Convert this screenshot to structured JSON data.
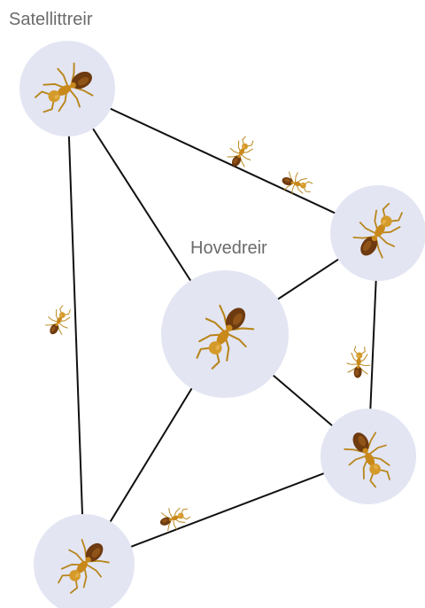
{
  "labels": {
    "satellite": "Satellittreir",
    "main": "Hovedreir"
  },
  "colors": {
    "nest_fill": "#e3e5f3",
    "edge": "#111111",
    "ant_body": "#c9891a",
    "ant_abdomen": "#6e3a10",
    "ant_legs": "#b8861c",
    "label_text": "#6b6b6b"
  },
  "nodes": [
    {
      "id": "main-nest",
      "kind": "main"
    },
    {
      "id": "satellite-top-left",
      "kind": "satellite"
    },
    {
      "id": "satellite-right",
      "kind": "satellite"
    },
    {
      "id": "satellite-bottom-right",
      "kind": "satellite"
    },
    {
      "id": "satellite-bottom-left",
      "kind": "satellite"
    }
  ],
  "edges": [
    [
      "satellite-top-left",
      "satellite-right"
    ],
    [
      "satellite-top-left",
      "main-nest"
    ],
    [
      "satellite-top-left",
      "satellite-bottom-left"
    ],
    [
      "main-nest",
      "satellite-right"
    ],
    [
      "main-nest",
      "satellite-bottom-right"
    ],
    [
      "main-nest",
      "satellite-bottom-left"
    ],
    [
      "satellite-right",
      "satellite-bottom-right"
    ],
    [
      "satellite-bottom-right",
      "satellite-bottom-left"
    ]
  ],
  "icon": "ant-icon"
}
